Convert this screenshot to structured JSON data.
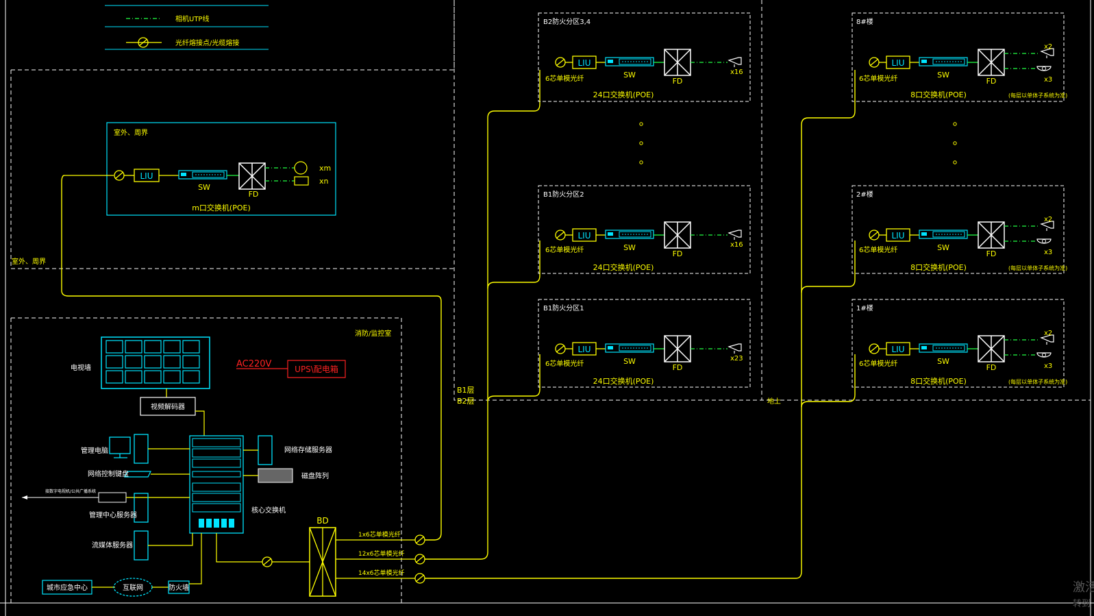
{
  "colors": {
    "background": "#000000",
    "frame": "#ffffff",
    "cyan": "#00e5ff",
    "yellow": "#ffff00",
    "green": "#22ff44",
    "red": "#ff2222"
  },
  "legend": {
    "line1": "相机UTP线",
    "line2": "光纤熔接点/光缆熔接"
  },
  "zone_outdoor": {
    "label": "室外、周界",
    "box_label": "室外、周界",
    "liu": "LIU",
    "sw": "SW",
    "fd": "FD",
    "switch_caption": "m口交换机(POE)",
    "count1": "xm",
    "count2": "xn"
  },
  "control_room": {
    "label": "消防/监控室",
    "ac_label": "AC220V",
    "ups_label": "UPS\\配电箱",
    "tv_wall": "电视墙",
    "decoder": "视频解码器",
    "mgmt_pc": "管理电脑",
    "keyboard": "网络控制键盘",
    "mgmt_server": "管理中心服务器",
    "stream_server": "流媒体服务器",
    "storage_server": "网络存储服务器",
    "disk_array": "磁盘阵列",
    "core_switch": "核心交换机",
    "ext_link": "接数字电视机/公共广播系统",
    "city_center": "城市应急中心",
    "internet": "互联网",
    "firewall": "防火墙",
    "bd": "BD",
    "fiber1": "1x6芯单模光纤",
    "fiber2": "12x6芯单模光纤",
    "fiber3": "14x6芯单模光纤"
  },
  "underground": {
    "label_b1": "B1层",
    "label_b2": "B2层",
    "zones": [
      {
        "title": "B2防火分区3,4",
        "fiber": "6芯单模光纤",
        "liu": "LIU",
        "sw": "SW",
        "fd": "FD",
        "switch": "24口交换机(POE)",
        "count": "x16"
      },
      {
        "title": "B1防火分区2",
        "fiber": "6芯单模光纤",
        "liu": "LIU",
        "sw": "SW",
        "fd": "FD",
        "switch": "24口交换机(POE)",
        "count": "x16"
      },
      {
        "title": "B1防火分区1",
        "fiber": "6芯单模光纤",
        "liu": "LIU",
        "sw": "SW",
        "fd": "FD",
        "switch": "24口交换机(POE)",
        "count": "x23"
      }
    ]
  },
  "aboveground": {
    "label": "地上",
    "zones": [
      {
        "title": "8#楼",
        "fiber": "6芯单模光纤",
        "liu": "LIU",
        "sw": "SW",
        "fd": "FD",
        "switch": "8口交换机(POE)",
        "count1": "x2",
        "count2": "x3",
        "note": "(每层以单体子系统为准)"
      },
      {
        "title": "2#楼",
        "fiber": "6芯单模光纤",
        "liu": "LIU",
        "sw": "SW",
        "fd": "FD",
        "switch": "8口交换机(POE)",
        "count1": "x2",
        "count2": "x3",
        "note": "(每层以单体子系统为准)"
      },
      {
        "title": "1#楼",
        "fiber": "6芯单模光纤",
        "liu": "LIU",
        "sw": "SW",
        "fd": "FD",
        "switch": "8口交换机(POE)",
        "count1": "x2",
        "count2": "x3",
        "note": "(每层以单体子系统为准)"
      }
    ]
  },
  "watermark": {
    "line1": "激活",
    "line2": "转到"
  }
}
